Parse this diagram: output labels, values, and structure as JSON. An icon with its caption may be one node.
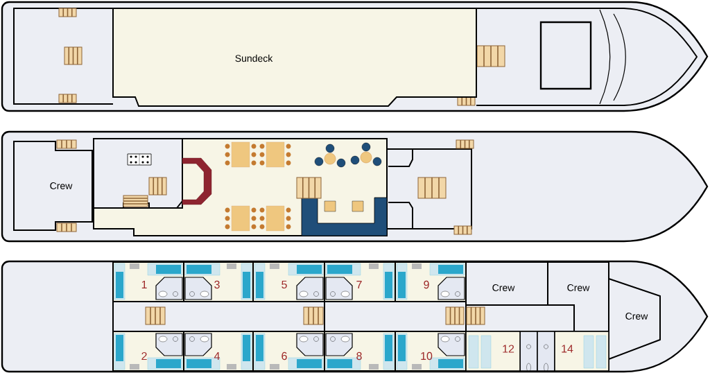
{
  "diagram": {
    "nodes": [
      {
        "text": [
          "Sundeck"
        ]
      },
      {
        "text": [
          "Crew"
        ]
      },
      {
        "text": [
          "1"
        ]
      },
      {
        "text": [
          "3"
        ]
      },
      {
        "text": [
          "5"
        ]
      },
      {
        "text": [
          "7"
        ]
      },
      {
        "text": [
          "9"
        ]
      },
      {
        "text": [
          "Crew"
        ]
      },
      {
        "text": [
          "Crew"
        ]
      },
      {
        "text": [
          "Crew"
        ]
      },
      {
        "text": [
          "2"
        ]
      },
      {
        "text": [
          "4"
        ]
      },
      {
        "text": [
          "6"
        ]
      },
      {
        "text": [
          "8"
        ]
      },
      {
        "text": [
          "10"
        ]
      },
      {
        "text": [
          "12"
        ]
      },
      {
        "text": [
          "14"
        ]
      }
    ]
  }
}
